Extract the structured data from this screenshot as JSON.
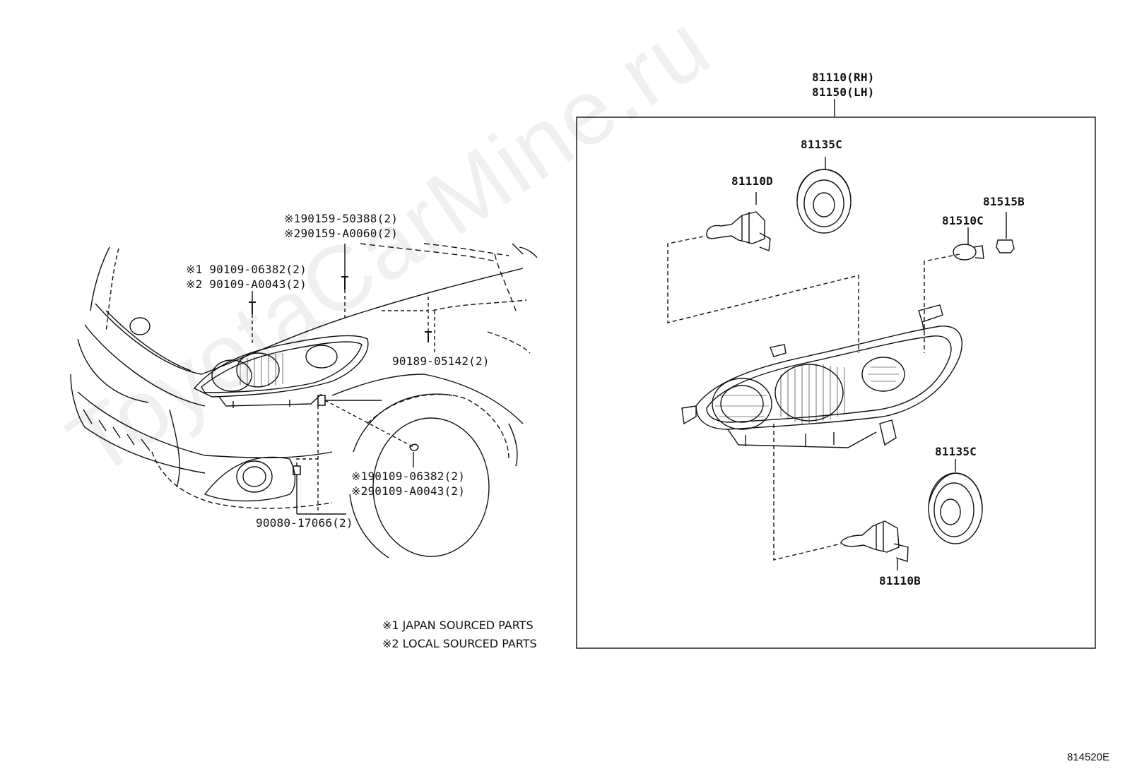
{
  "watermark": "ToyotaCarMine.ru",
  "figure_code": "814520E",
  "left_labels": {
    "top_clip_1": "※190159-50388(2)",
    "top_clip_2": "※290159-A0060(2)",
    "bolt_upper_1": "※1  90109-06382(2)",
    "bolt_upper_2": "※2  90109-A0043(2)",
    "screw_fender": "90189-05142(2)",
    "bolt_lower_1": "※190109-06382(2)",
    "bolt_lower_2": "※290109-A0043(2)",
    "nut_bumper": "90080-17066(2)"
  },
  "notes": {
    "note1": "※1 JAPAN SOURCED PARTS",
    "note2": "※2 LOCAL SOURCED PARTS"
  },
  "assembly": {
    "part_rh": "81110(RH)",
    "part_lh": "81150(LH)",
    "cover_upper": "81135C",
    "bulb_upper": "81110D",
    "socket": "81515B",
    "bulb_small": "81510C",
    "cover_lower": "81135C",
    "bulb_lower": "81110B"
  }
}
